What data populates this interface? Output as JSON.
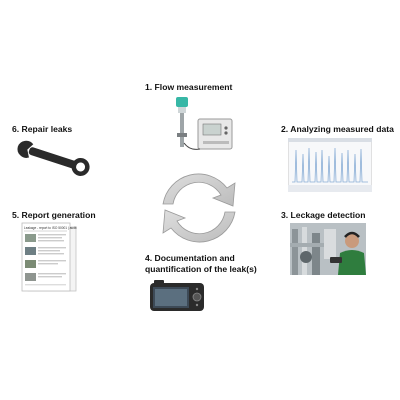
{
  "steps": {
    "flow_measurement": {
      "label": "1. Flow measurement"
    },
    "analyzing_data": {
      "label": "2. Analyzing measured data"
    },
    "leakage_detection": {
      "label": "3. Leckage detection"
    },
    "documentation": {
      "label_line1": "4. Documentation and",
      "label_line2": "quantification of the leak(s)"
    },
    "report_generation": {
      "label": "5. Report generation"
    },
    "repair_leaks": {
      "label": "6. Repair leaks"
    }
  },
  "report_document": {
    "header_text": "Leakage - report to ISO 50001 | audit"
  },
  "colors": {
    "arrow_gray": "#c9c9c9",
    "arrow_edge": "#9a9a9a",
    "chart_line": "#8aaed6",
    "sensor_teal": "#37b7a6"
  },
  "icons": {
    "cycle": "cycle-arrows-icon",
    "wrench": "wrench-icon",
    "camera": "camera-icon",
    "flow_meter": "flow-meter-icon"
  }
}
